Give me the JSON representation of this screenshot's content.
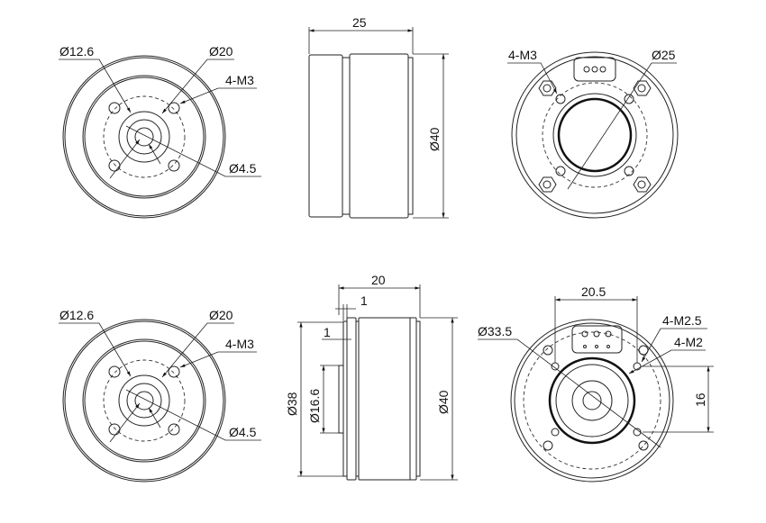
{
  "views": {
    "front_top": {
      "d1": "Ø12.6",
      "d2": "Ø20",
      "thread": "4-M3",
      "d3": "Ø4.5"
    },
    "side_top": {
      "length": "25",
      "diameter": "Ø40"
    },
    "rear_top": {
      "thread": "4-M3",
      "diameter": "Ø25"
    },
    "front_bottom": {
      "d1": "Ø12.6",
      "d2": "Ø20",
      "thread": "4-M3",
      "d3": "Ø4.5"
    },
    "side_bottom": {
      "length": "20",
      "step1": "1",
      "step2": "1",
      "d_flange": "Ø38",
      "d_shaft": "Ø16.6",
      "diameter": "Ø40"
    },
    "rear_bottom": {
      "pcd": "Ø33.5",
      "width": "20.5",
      "thread1": "4-M2.5",
      "thread2": "4-M2",
      "height": "16"
    }
  }
}
